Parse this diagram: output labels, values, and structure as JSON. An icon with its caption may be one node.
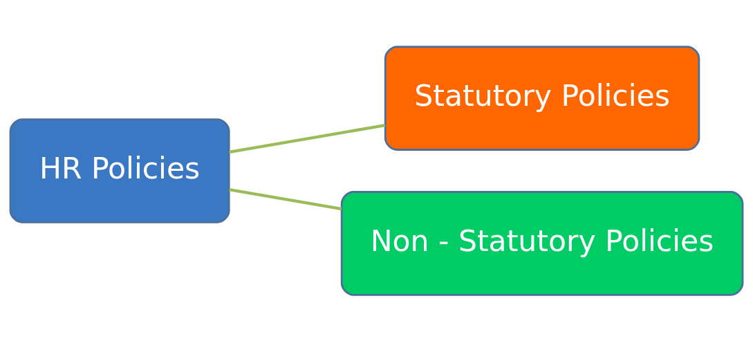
{
  "diagram": {
    "nodes": [
      {
        "text": [
          "HR Policies"
        ]
      },
      {
        "text": [
          "Statutory Policies"
        ]
      },
      {
        "text": [
          "Non - Statutory Policies"
        ]
      }
    ],
    "edges": [
      {
        "from": 0,
        "to": 1,
        "arrow": "none"
      },
      {
        "from": 0,
        "to": 2,
        "arrow": "none"
      }
    ]
  }
}
